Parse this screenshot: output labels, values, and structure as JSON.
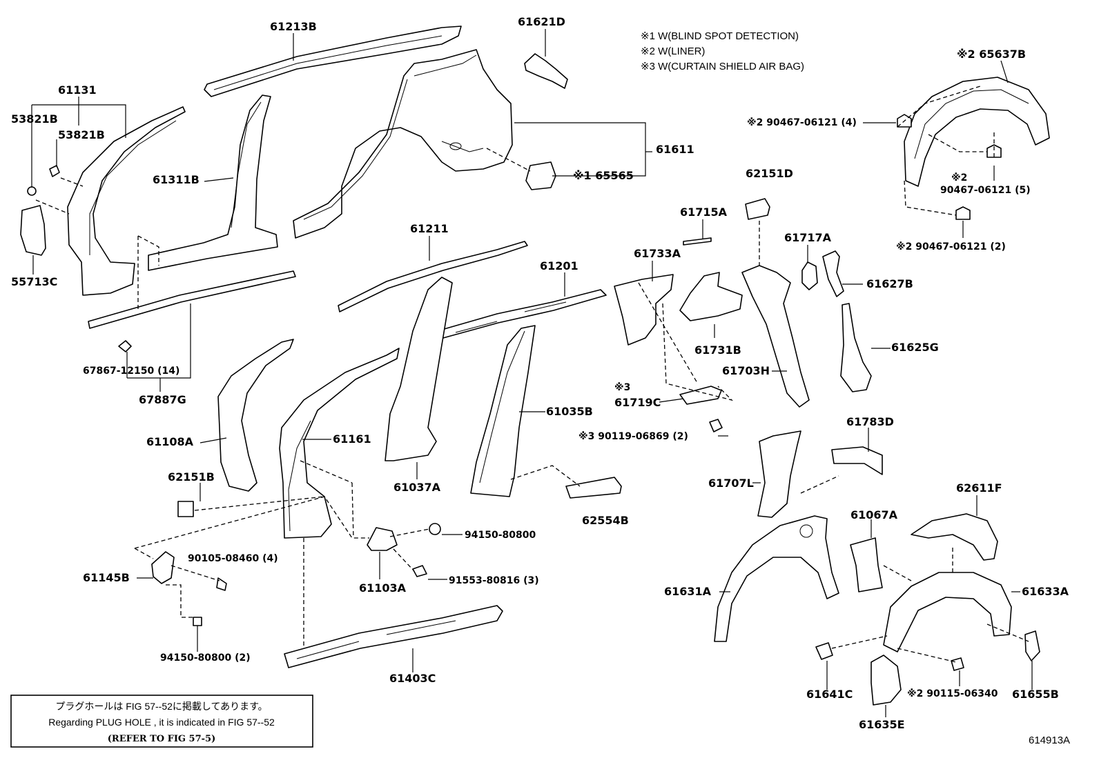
{
  "legend": [
    "※1 W(BLIND SPOT DETECTION)",
    "※2 W(LINER)",
    "※3 W(CURTAIN SHIELD AIR BAG)"
  ],
  "parts": {
    "p61213B": "61213B",
    "p61621D": "61621D",
    "p61131": "61131",
    "p53821B_a": "53821B",
    "p53821B_b": "53821B",
    "p55713C": "55713C",
    "p61311B": "61311B",
    "p61611": "61611",
    "p65565": "※1 65565",
    "p65637B": "※2 65637B",
    "p90467_4": "※2 90467-06121 (4)",
    "p90467_5_mark": "※2",
    "p90467_5": "90467-06121 (5)",
    "p90467_2": "※2 90467-06121 (2)",
    "p62151D": "62151D",
    "p61715A": "61715A",
    "p61717A": "61717A",
    "p61733A": "61733A",
    "p61627B": "61627B",
    "p61211": "61211",
    "p61201": "61201",
    "p61731B": "61731B",
    "p61703H": "61703H",
    "p61625G": "61625G",
    "p67867": "67867-12150 (14)",
    "p67887G": "67887G",
    "p61108A": "61108A",
    "p61161": "61161",
    "p61035B": "61035B",
    "p61719C_mark": "※3",
    "p61719C": "61719C",
    "p90119": "※3 90119-06869 (2)",
    "p61783D": "61783D",
    "p62151B": "62151B",
    "p61037A": "61037A",
    "p61707L": "61707L",
    "p62611F": "62611F",
    "p62554B": "62554B",
    "p94150_a": "94150-80800",
    "p61067A": "61067A",
    "p90105": "90105-08460 (4)",
    "p61145B": "61145B",
    "p91553": "91553-80816 (3)",
    "p61103A": "61103A",
    "p61631A": "61631A",
    "p61633A": "61633A",
    "p94150_b": "94150-80800 (2)",
    "p61403C": "61403C",
    "p61641C": "61641C",
    "p90115": "※2 90115-06340",
    "p61655B": "61655B",
    "p61635E": "61635E",
    "p614913A": "614913A"
  },
  "footnote": {
    "line1": "プラグホールは FIG  57--52に掲載してあります。",
    "line2": "Regarding  PLUG  HOLE , it is indicated in  FIG  57--52",
    "line3": "(REFER TO FIG 57-5)"
  }
}
